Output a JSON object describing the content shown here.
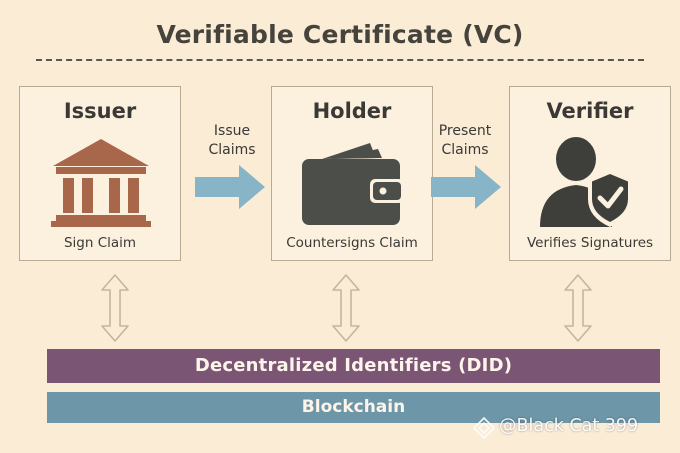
{
  "title": "Verifiable Certificate (VC)",
  "roles": [
    {
      "title": "Issuer",
      "caption": "Sign Claim",
      "icon": "bank-building-icon"
    },
    {
      "title": "Holder",
      "caption": "Countersigns Claim",
      "icon": "wallet-icon"
    },
    {
      "title": "Verifier",
      "caption": "Verifies Signatures",
      "icon": "person-shield-check-icon"
    }
  ],
  "flows": [
    {
      "line1": "Issue",
      "line2": "Claims"
    },
    {
      "line1": "Present",
      "line2": "Claims"
    }
  ],
  "layers": {
    "did": "Decentralized Identifiers (DID)",
    "blockchain": "Blockchain"
  },
  "watermark": "@Black Cat 399",
  "colors": {
    "background": "#fbecd6",
    "issuer_icon": "#a8664a",
    "holder_icon": "#4c4e4a",
    "verifier_icon": "#3e3f3b",
    "flow_arrow": "#88b4c8",
    "did_band": "#7b5574",
    "blockchain_band": "#6d97a8"
  }
}
